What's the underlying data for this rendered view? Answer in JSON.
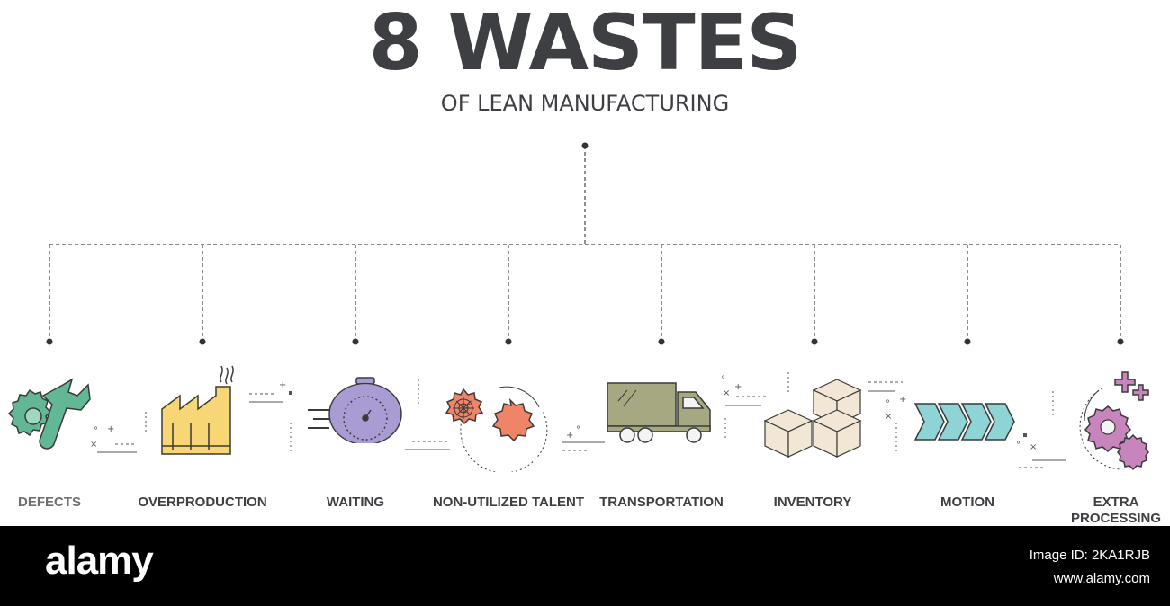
{
  "header": {
    "title": "8 WASTES",
    "subtitle": "OF LEAN MANUFACTURING"
  },
  "wastes": [
    {
      "label": "DEFECTS",
      "icon": "gear-wrench-icon",
      "color": "#62b894"
    },
    {
      "label": "OVERPRODUCTION",
      "icon": "factory-icon",
      "color": "#f7d775"
    },
    {
      "label": "WAITING",
      "icon": "stopwatch-icon",
      "color": "#a99cd3"
    },
    {
      "label": "NON-UTILIZED TALENT",
      "icon": "cobweb-gear-icon",
      "color": "#f08467"
    },
    {
      "label": "TRANSPORTATION",
      "icon": "truck-icon",
      "color": "#a6a881"
    },
    {
      "label": "INVENTORY",
      "icon": "boxes-icon",
      "color": "#f2e6d4"
    },
    {
      "label": "MOTION",
      "icon": "chevrons-icon",
      "color": "#8ed3d6"
    },
    {
      "label": "EXTRA PROCESSING",
      "icon": "gear-plus-icon",
      "color": "#c884bd"
    }
  ],
  "footer": {
    "logo": "alamy",
    "image_id": "Image ID: 2KA1RJB",
    "site": "www.alamy.com"
  },
  "colors": {
    "text": "#3d3f42",
    "outline": "#3a3a3a",
    "footer_bg": "#000000"
  }
}
